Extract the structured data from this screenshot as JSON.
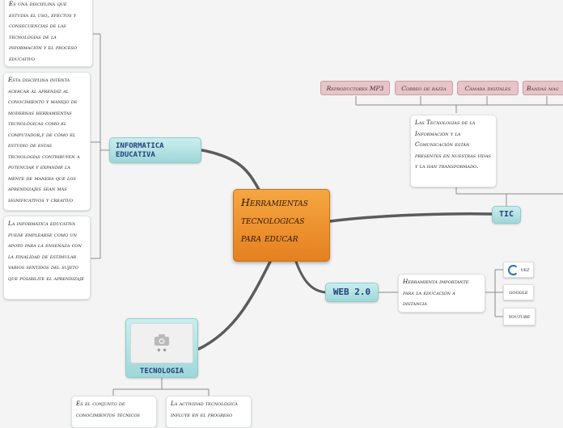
{
  "central": {
    "title": "Herramientas tecnologicas para educar"
  },
  "informatica": {
    "label": "INFORMATICA EDUCATIVA",
    "notes": [
      "Es una disciplina que estudia el uso, efectos y consecuencias de las tecnologías de la información y el proceso educativo",
      "Esta disciplina intenta acercar al aprendiz al conocimiento y manejo de modernas herramientas tecnológicas como el computador,y de cómo el estudio de estas tecnologías contribuyen a potenciar y expandir la mente de manera que los aprendizajes sean más significativos y creativo",
      "La informática educativa puede emplearse como un apoyo para la enseñaza con la finalidad de estimular varios sentidos del sujeto que posibilite el aprendizaje"
    ]
  },
  "tic": {
    "label": "TIC",
    "note": "Las Tecnologías de la Información y la Comunicación están presentes en nuestras vidas y la han transformado.",
    "chips": [
      "Reproductores MP3",
      "Correo de razza",
      "Cámara digitales",
      "Bandas mag"
    ]
  },
  "web": {
    "label": "WEB 2.0",
    "note": "Herramienta importante para la educación a distancia",
    "logos": [
      "vez",
      "google",
      "youtube"
    ]
  },
  "tecnologia": {
    "label": "TECNOLOGIA",
    "image_icon": "camera-icon",
    "notes": [
      "Es el conjunto de conocimientos técnicos",
      "La actividad tecnológica influye en el progreso"
    ]
  },
  "colors": {
    "link": "#555555",
    "topic": "#a9dcde",
    "central": "#ee9530",
    "chip": "#e7c4c8"
  }
}
